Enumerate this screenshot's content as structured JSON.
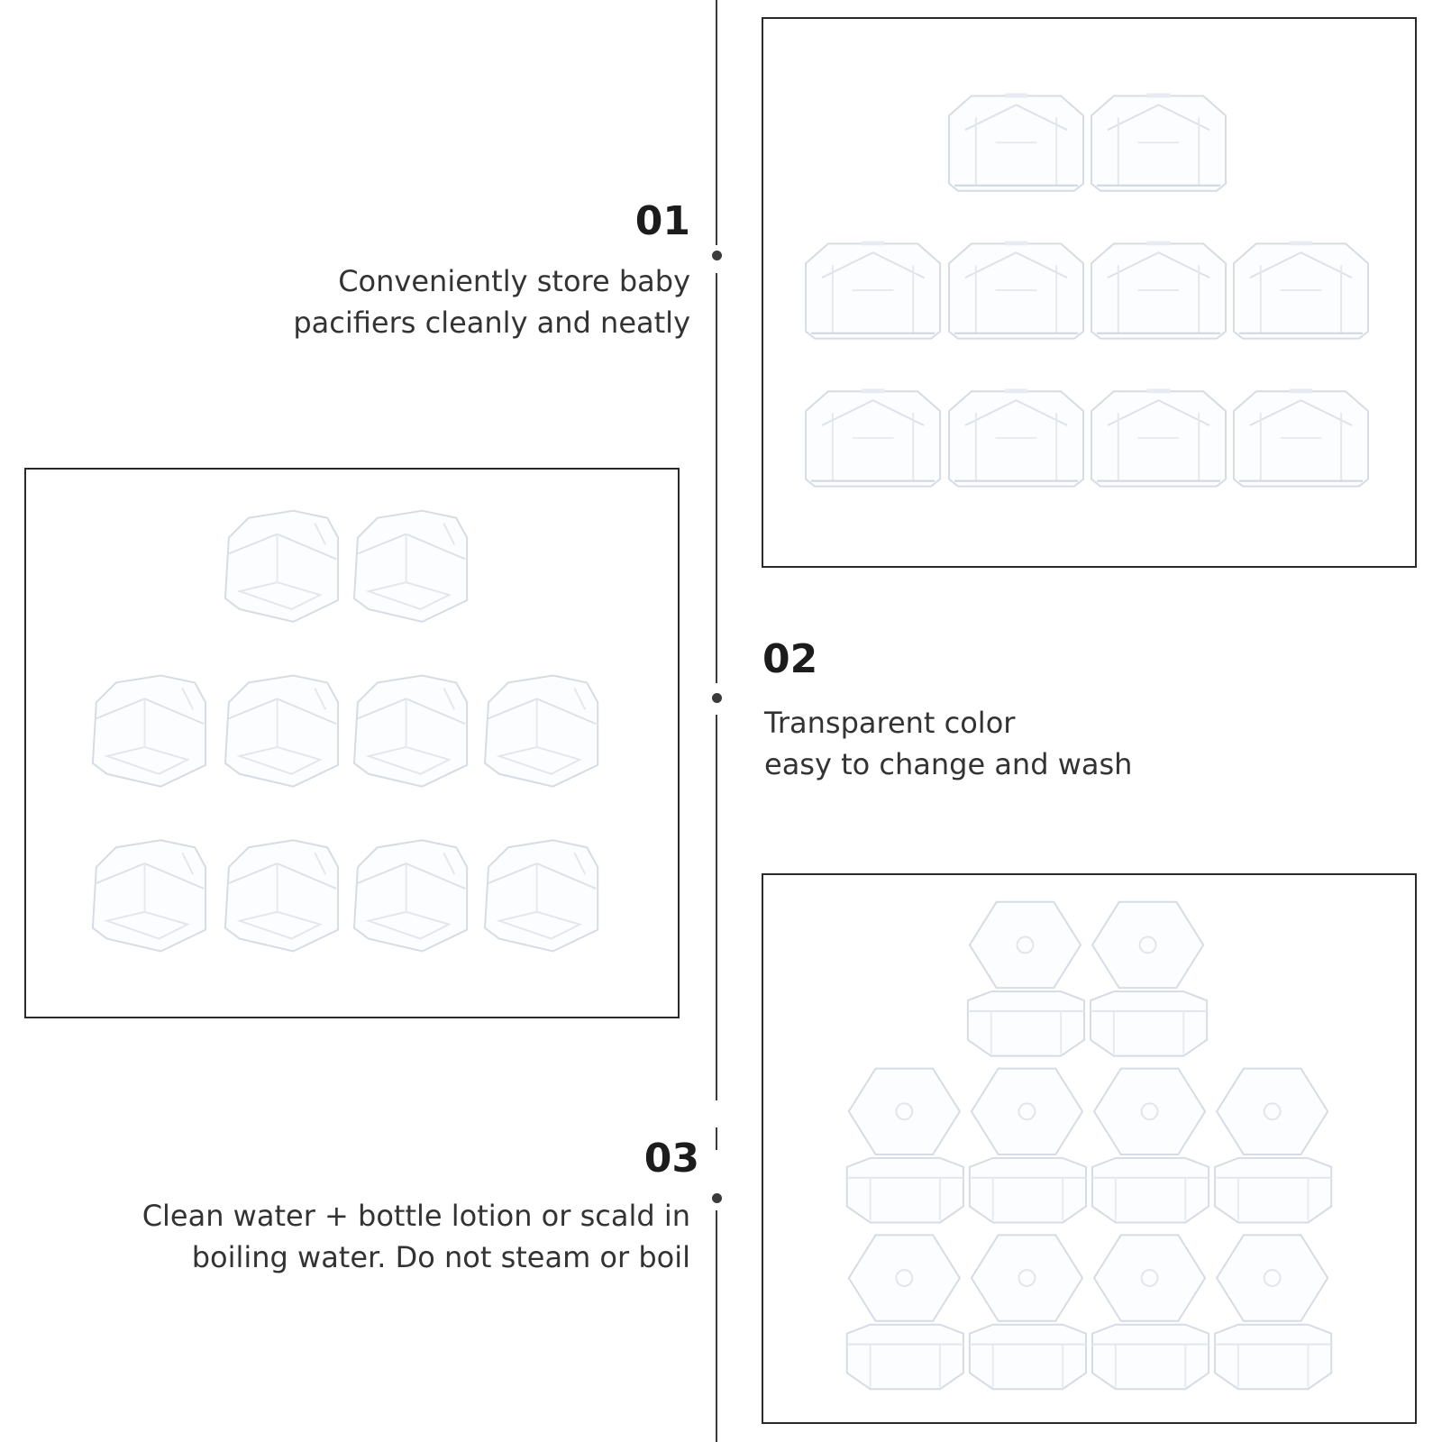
{
  "sections": [
    {
      "number": "01",
      "lines": [
        "Conveniently store baby",
        "pacifiers cleanly and neatly"
      ]
    },
    {
      "number": "02",
      "lines": [
        "Transparent color",
        "easy to change and wash"
      ]
    },
    {
      "number": "03",
      "lines": [
        "Clean water + bottle lotion or scald in",
        "boiling water. Do not steam or boil"
      ]
    }
  ],
  "photos": {
    "front_view": {
      "rows": [
        2,
        4,
        4
      ]
    },
    "angled_view": {
      "rows": [
        2,
        4,
        4
      ]
    },
    "open_view": {
      "rows": [
        2,
        4,
        4
      ]
    }
  },
  "colors": {
    "line": "#3a3a3a",
    "text": "#333333",
    "number": "#1c1c1c",
    "frame": "#2a2a2a",
    "case_stroke": "#d6dce4"
  }
}
